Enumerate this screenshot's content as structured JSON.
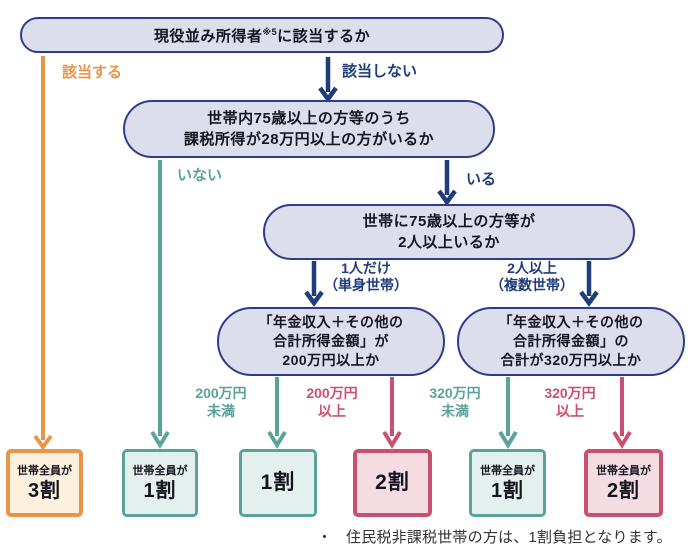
{
  "colors": {
    "navy": "#1f3d7c",
    "box_border": "#2f3b8e",
    "box_fill": "#dddeeb",
    "orange": "#e8954a",
    "orange_fill": "#fdf0dd",
    "teal": "#5aa39c",
    "teal_fill": "#e3f0ee",
    "pink": "#c95170",
    "pink_fill": "#f5dce3",
    "text": "#15151f"
  },
  "questions": {
    "q1": {
      "pre": "現役並み所得者",
      "sup": "※5",
      "post": "に該当するか"
    },
    "q2": {
      "line1": "世帯内75歳以上の方等のうち",
      "line2": "課税所得が28万円以上の方がいるか"
    },
    "q3": {
      "line1": "世帯に75歳以上の方等が",
      "line2": "2人以上いるか"
    },
    "q4a": {
      "line1": "「年金収入＋その他の",
      "line2": "合計所得金額」が",
      "line3": "200万円以上か"
    },
    "q4b": {
      "line1": "「年金収入＋その他の",
      "line2": "合計所得金額」の",
      "line3": "合計が320万円以上か"
    }
  },
  "edge_labels": {
    "applicable": "該当する",
    "not_applicable": "該当しない",
    "no_one": "いない",
    "exists": "いる",
    "one_person": {
      "line1": "1人だけ",
      "line2": "（単身世帯）"
    },
    "two_or_more": {
      "line1": "2人以上",
      "line2": "（複数世帯）"
    },
    "under_200": {
      "line1": "200万円",
      "line2": "未満"
    },
    "over_200": {
      "line1": "200万円",
      "line2": "以上"
    },
    "under_320": {
      "line1": "320万円",
      "line2": "未満"
    },
    "over_320": {
      "line1": "320万円",
      "line2": "以上"
    }
  },
  "results": {
    "r1": {
      "top": "世帯全員が",
      "main": "3割"
    },
    "r2": {
      "top": "世帯全員が",
      "main": "1割"
    },
    "r3": {
      "main": "1割"
    },
    "r4": {
      "main": "2割"
    },
    "r5": {
      "top": "世帯全員が",
      "main": "1割"
    },
    "r6": {
      "top": "世帯全員が",
      "main": "2割"
    }
  },
  "note": {
    "bullet": "・",
    "text": "住民税非課税世帯の方は、1割負担となります。"
  }
}
